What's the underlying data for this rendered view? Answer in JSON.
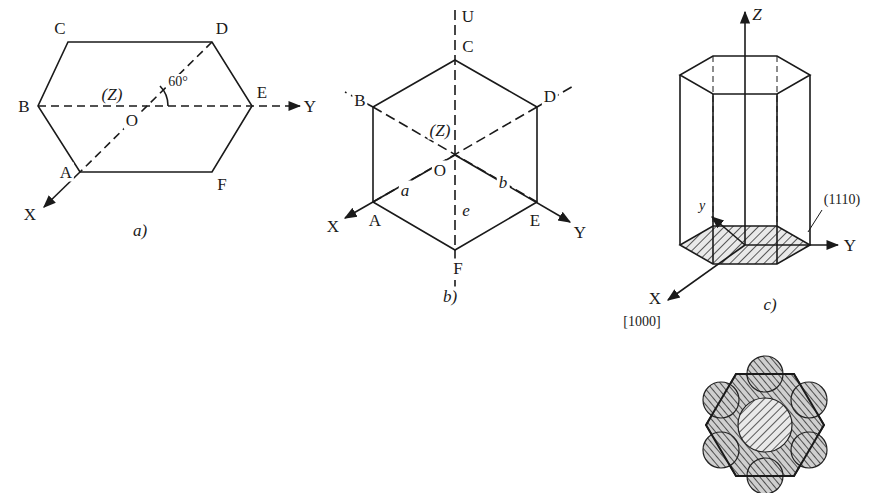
{
  "diagram": {
    "labels": [
      "C",
      "D",
      "B",
      "(Z)",
      "60°",
      "O",
      "E",
      "Y",
      "A",
      "X",
      "F",
      "a)",
      "U",
      "C",
      "B",
      "D",
      "(Z)",
      "a",
      "O",
      "b",
      "X",
      "A",
      "E",
      "Y",
      "e",
      "F",
      "b)",
      "Z",
      "y",
      "(1110)",
      "Y",
      "X",
      "[1000]",
      "c)"
    ]
  }
}
